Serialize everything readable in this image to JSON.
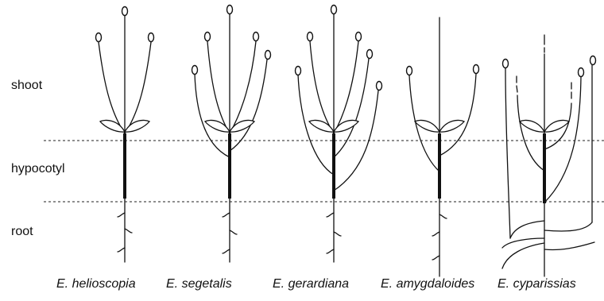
{
  "zones": {
    "shoot": "shoot",
    "hypocotyl": "hypocotyl",
    "root": "root"
  },
  "species": [
    "E. helioscopia",
    "E. segetalis",
    "E. gerardiana",
    "E. amygdaloides",
    "E. cyparissias"
  ]
}
